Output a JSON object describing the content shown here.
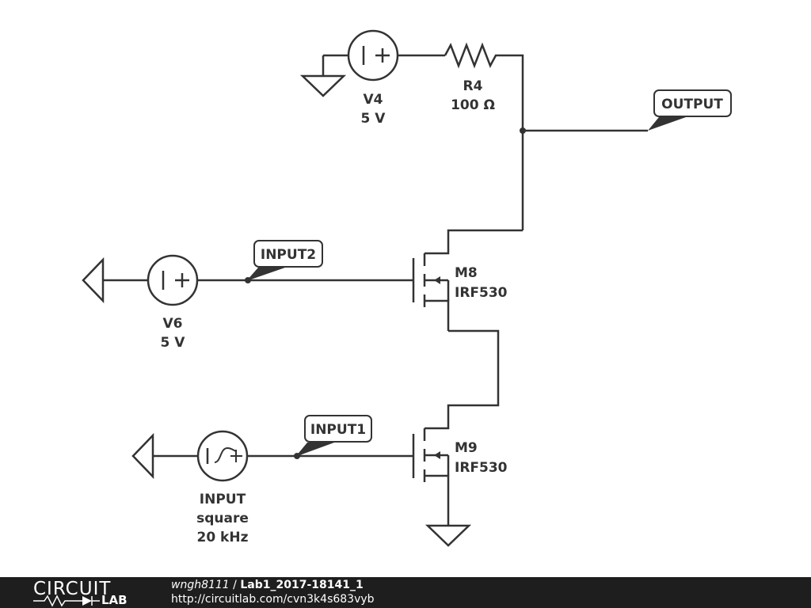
{
  "components": {
    "v4": {
      "name": "V4",
      "value": "5 V"
    },
    "r4": {
      "name": "R4",
      "value": "100 Ω"
    },
    "v6": {
      "name": "V6",
      "value": "5 V"
    },
    "m8": {
      "name": "M8",
      "value": "IRF530"
    },
    "m9": {
      "name": "M9",
      "value": "IRF530"
    },
    "input_source": {
      "name": "INPUT",
      "waveform": "square",
      "frequency": "20 kHz"
    }
  },
  "net_labels": {
    "output": "OUTPUT",
    "input1": "INPUT1",
    "input2": "INPUT2"
  },
  "footer": {
    "logo_top": "CIRCUIT",
    "logo_bottom": "LAB",
    "user": "wngh8111",
    "separator": " / ",
    "project": "Lab1_2017-18141_1",
    "url": "http://circuitlab.com/cvn3k4s683vyb"
  },
  "colors": {
    "wire": "#333333",
    "background": "#ffffff",
    "footer": "#1e1e1e"
  }
}
